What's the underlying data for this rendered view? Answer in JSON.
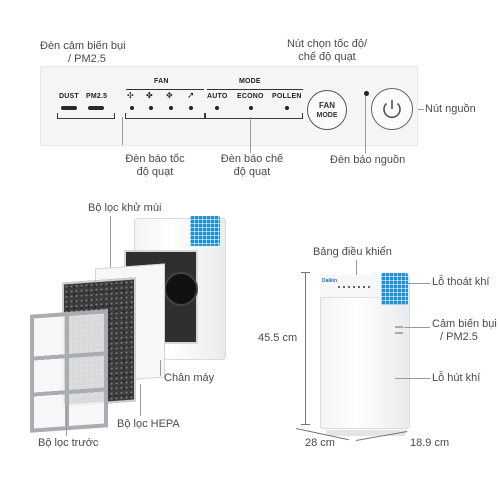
{
  "labels": {
    "dust_sensor": [
      "Đèn cảm biến bụi",
      "/ PM2.5"
    ],
    "speed_button": [
      "Nút chọn tốc độ/",
      "chế độ quạt"
    ],
    "power_button": "Nút nguồn",
    "fan_speed_led": [
      "Đèn báo tốc",
      "độ quạt"
    ],
    "mode_led": [
      "Đèn báo chế",
      "độ quạt"
    ],
    "power_led": "Đèn báo nguồn",
    "deodorizing_filter": "Bộ lọc khử mùi",
    "housing": "Chân máy",
    "hepa_filter": "Bộ lọc HEPA",
    "pre_filter": "Bộ lọc trước",
    "control_panel": "Bảng điều khiển",
    "air_outlet": "Lỗ thoát khí",
    "sensor_right": [
      "Cảm biến bụi",
      "/ PM2.5"
    ],
    "air_inlet": "Lỗ hút khí"
  },
  "panel": {
    "dust": "DUST",
    "pm25": "PM2.5",
    "fan_heading": "FAN",
    "mode_heading": "MODE",
    "auto": "AUTO",
    "econo": "ECONO",
    "pollen": "POLLEN",
    "fan_btn_top": "FAN",
    "fan_btn_bottom": "MODE"
  },
  "unit": {
    "brand": "Daikin"
  },
  "dimensions": {
    "height": "45.5 cm",
    "width": "28 cm",
    "depth": "18.9 cm"
  },
  "colors": {
    "accent_blue": "#1d8fd6",
    "panel_bg": "#f4f5f6"
  }
}
